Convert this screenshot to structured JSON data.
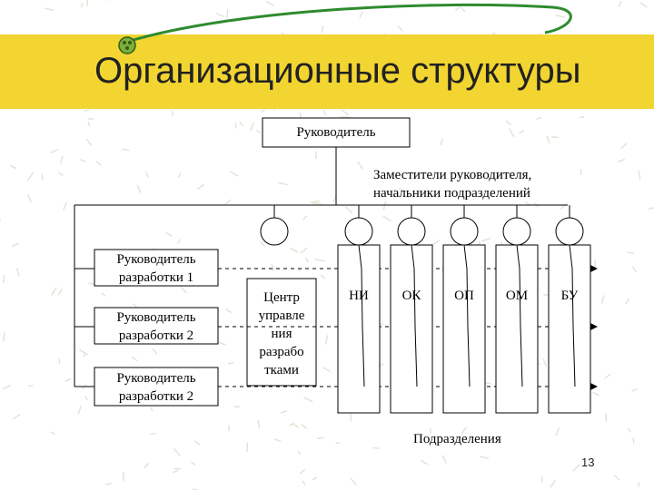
{
  "slide": {
    "title": "Организационные структуры",
    "page_number": "13",
    "colors": {
      "title_band": "#f2d530",
      "swoosh": "#2e8b2e",
      "pattern": "#dfe6d6"
    }
  },
  "diagram": {
    "top_box": "Руководитель",
    "deputies_label_line1": "Заместители руководителя,",
    "deputies_label_line2": "начальники подразделений",
    "left_boxes": [
      {
        "line1": "Руководитель",
        "line2": "разработки 1"
      },
      {
        "line1": "Руководитель",
        "line2": "разработки 2"
      },
      {
        "line1": "Руководитель",
        "line2": "разработки 2"
      }
    ],
    "center_box_lines": [
      "Центр",
      "управле",
      "ния",
      "разрабо",
      "тками"
    ],
    "units": [
      "НИ",
      "ОК",
      "ОП",
      "ОМ",
      "БУ"
    ],
    "units_caption": "Подразделения"
  }
}
